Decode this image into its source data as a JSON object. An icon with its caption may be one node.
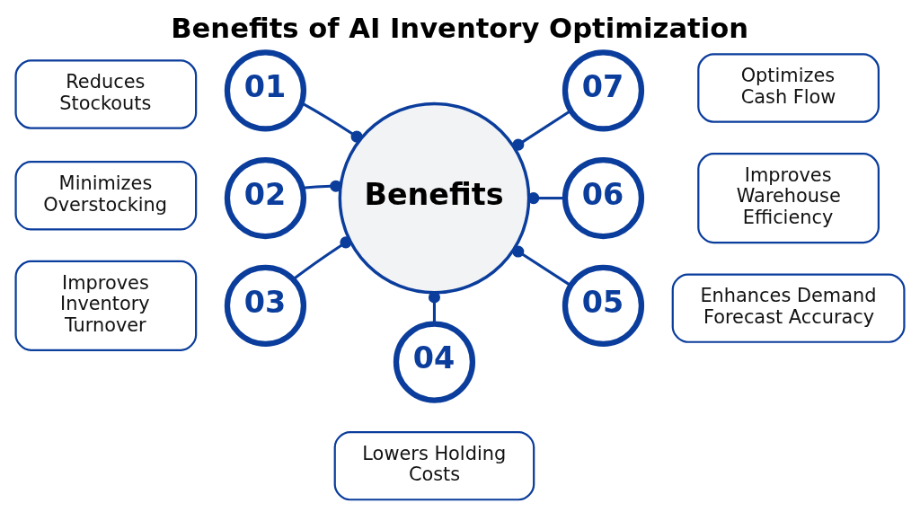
{
  "diagram": {
    "title": "Benefits of AI Inventory Optimization",
    "nodes": [
      {
        "text": [
          "Benefits"
        ]
      },
      {
        "text": [
          "01"
        ]
      },
      {
        "text": [
          "Reduces Stockouts"
        ]
      },
      {
        "text": [
          "02"
        ]
      },
      {
        "text": [
          "Minimizes Overstocking"
        ]
      },
      {
        "text": [
          "03"
        ]
      },
      {
        "text": [
          "Improves Inventory Turnover"
        ]
      },
      {
        "text": [
          "04"
        ]
      },
      {
        "text": [
          "Lowers Holding Costs"
        ]
      },
      {
        "text": [
          "05"
        ]
      },
      {
        "text": [
          "Enhances Demand Forecast Accuracy"
        ]
      },
      {
        "text": [
          "06"
        ]
      },
      {
        "text": [
          "Improves Warehouse Efficiency"
        ]
      },
      {
        "text": [
          "07"
        ]
      },
      {
        "text": [
          "Optimizes Cash Flow"
        ]
      }
    ],
    "edges": [
      {
        "from": 0,
        "to": 1,
        "arrow": "other"
      },
      {
        "from": 0,
        "to": 3,
        "arrow": "other"
      },
      {
        "from": 0,
        "to": 5,
        "arrow": "other"
      },
      {
        "from": 0,
        "to": 7,
        "arrow": "other"
      },
      {
        "from": 0,
        "to": 9,
        "arrow": "other"
      },
      {
        "from": 0,
        "to": 11,
        "arrow": "other"
      },
      {
        "from": 0,
        "to": 13,
        "arrow": "other"
      }
    ]
  }
}
